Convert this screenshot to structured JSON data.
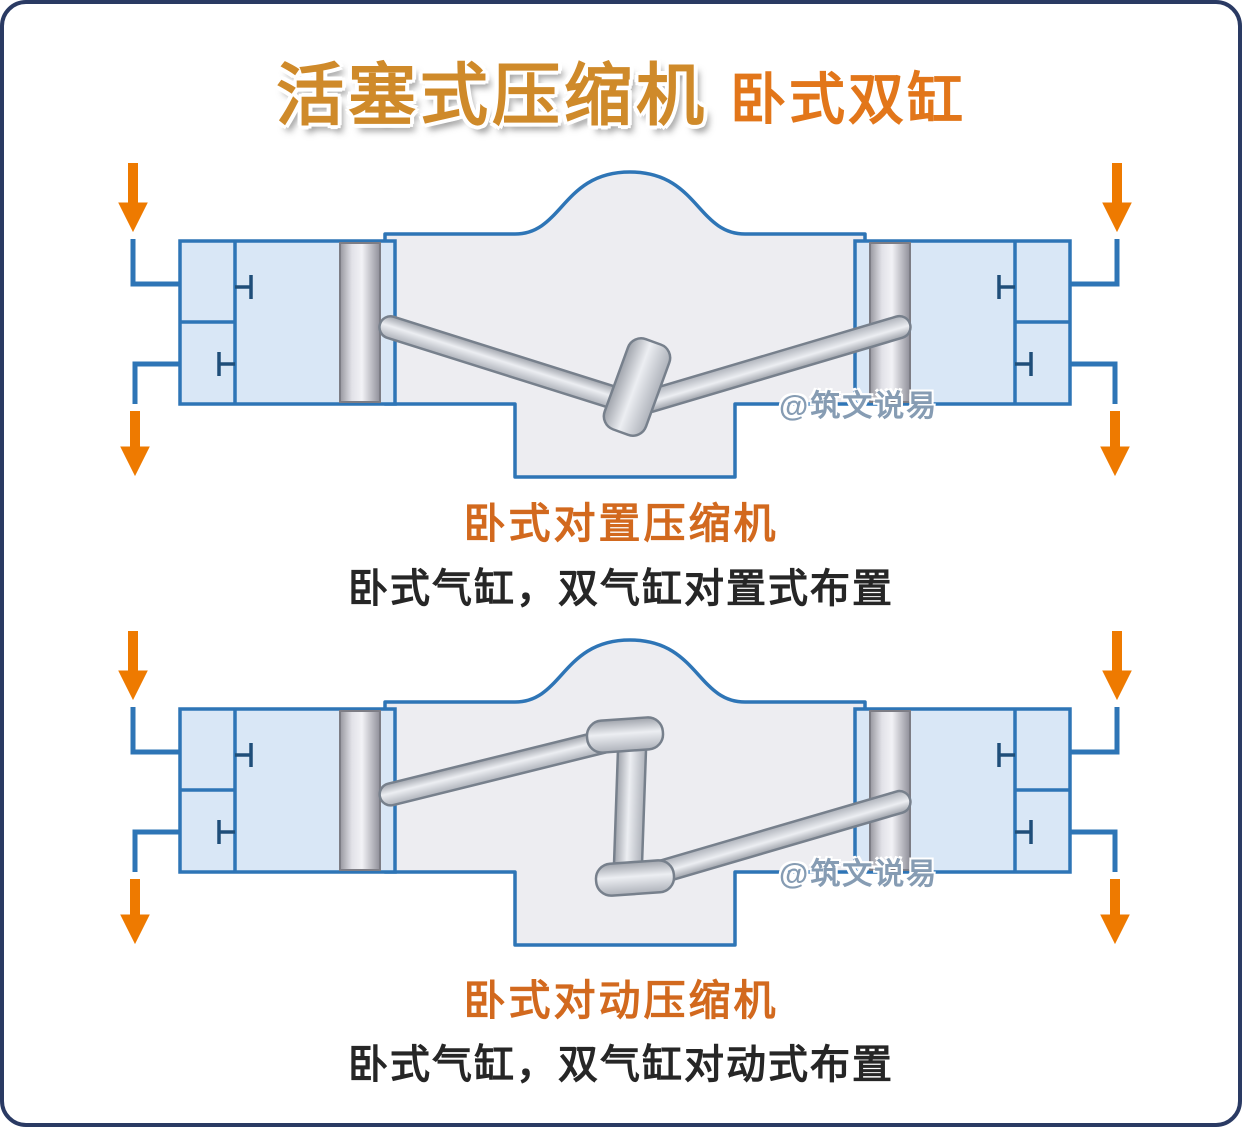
{
  "page": {
    "title_main": "活塞式压缩机",
    "title_sub": "卧式双缸"
  },
  "figures": [
    {
      "caption": "卧式对置压缩机",
      "description": "卧式气缸，双气缸对置式布置",
      "watermark": "@筑文说易"
    },
    {
      "caption": "卧式对动压缩机",
      "description": "卧式气缸，双气缸对动式布置",
      "watermark": "@筑文说易"
    }
  ],
  "colors": {
    "outline_blue": "#2e75b6",
    "cylinder_fill": "#d9e7f6",
    "crankcase_fill": "#ededf1",
    "piston_gray": "#c0c0c6",
    "arrow_orange": "#ee7a00",
    "caption_orange": "#d2691e",
    "title_gold": "#cf8a2a",
    "title_orange": "#e2761a",
    "description_text": "#262626",
    "watermark_blue": "#869cb3",
    "border_navy": "#2a3a63"
  }
}
